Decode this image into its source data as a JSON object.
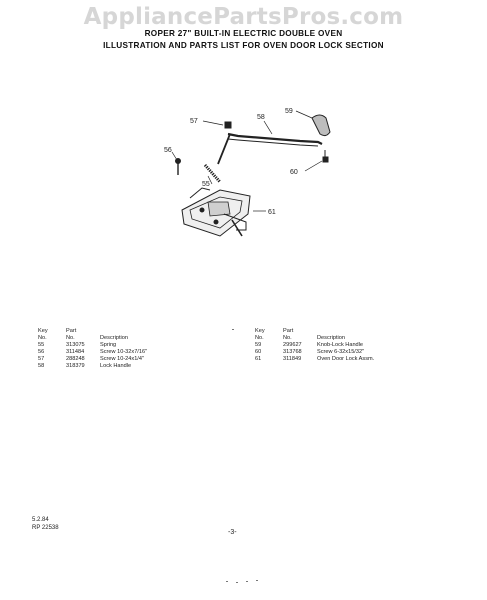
{
  "watermark": "AppliancePartsPros.com",
  "header": {
    "line1": "ROPER 27\" BUILT-IN ELECTRIC DOUBLE OVEN",
    "line2": "ILLUSTRATION AND PARTS LIST FOR OVEN DOOR LOCK SECTION"
  },
  "callouts": {
    "c55": "55",
    "c56": "56",
    "c57": "57",
    "c58": "58",
    "c59": "59",
    "c60": "60",
    "c61": "61"
  },
  "parts_table": {
    "headers": {
      "key_line1": "Key",
      "key_line2": "No.",
      "part_line1": "Part",
      "part_line2": "No.",
      "description": "Description"
    },
    "left": [
      {
        "key": "55",
        "part": "313075",
        "description": "Spring"
      },
      {
        "key": "56",
        "part": "311484",
        "description": "Screw 10-32x7/16\""
      },
      {
        "key": "57",
        "part": "288248",
        "description": "Screw 10-24x1/4\""
      },
      {
        "key": "58",
        "part": "318379",
        "description": "Lock Handle"
      }
    ],
    "right": [
      {
        "key": "59",
        "part": "299627",
        "description": "Knob-Lock Handle"
      },
      {
        "key": "60",
        "part": "313768",
        "description": "Screw 6-32x15/32\""
      },
      {
        "key": "61",
        "part": "311849",
        "description": "Oven Door Lock Assm."
      }
    ]
  },
  "footer": {
    "date": "5.2.84",
    "ref": "RP 22538",
    "page": "-3-"
  }
}
